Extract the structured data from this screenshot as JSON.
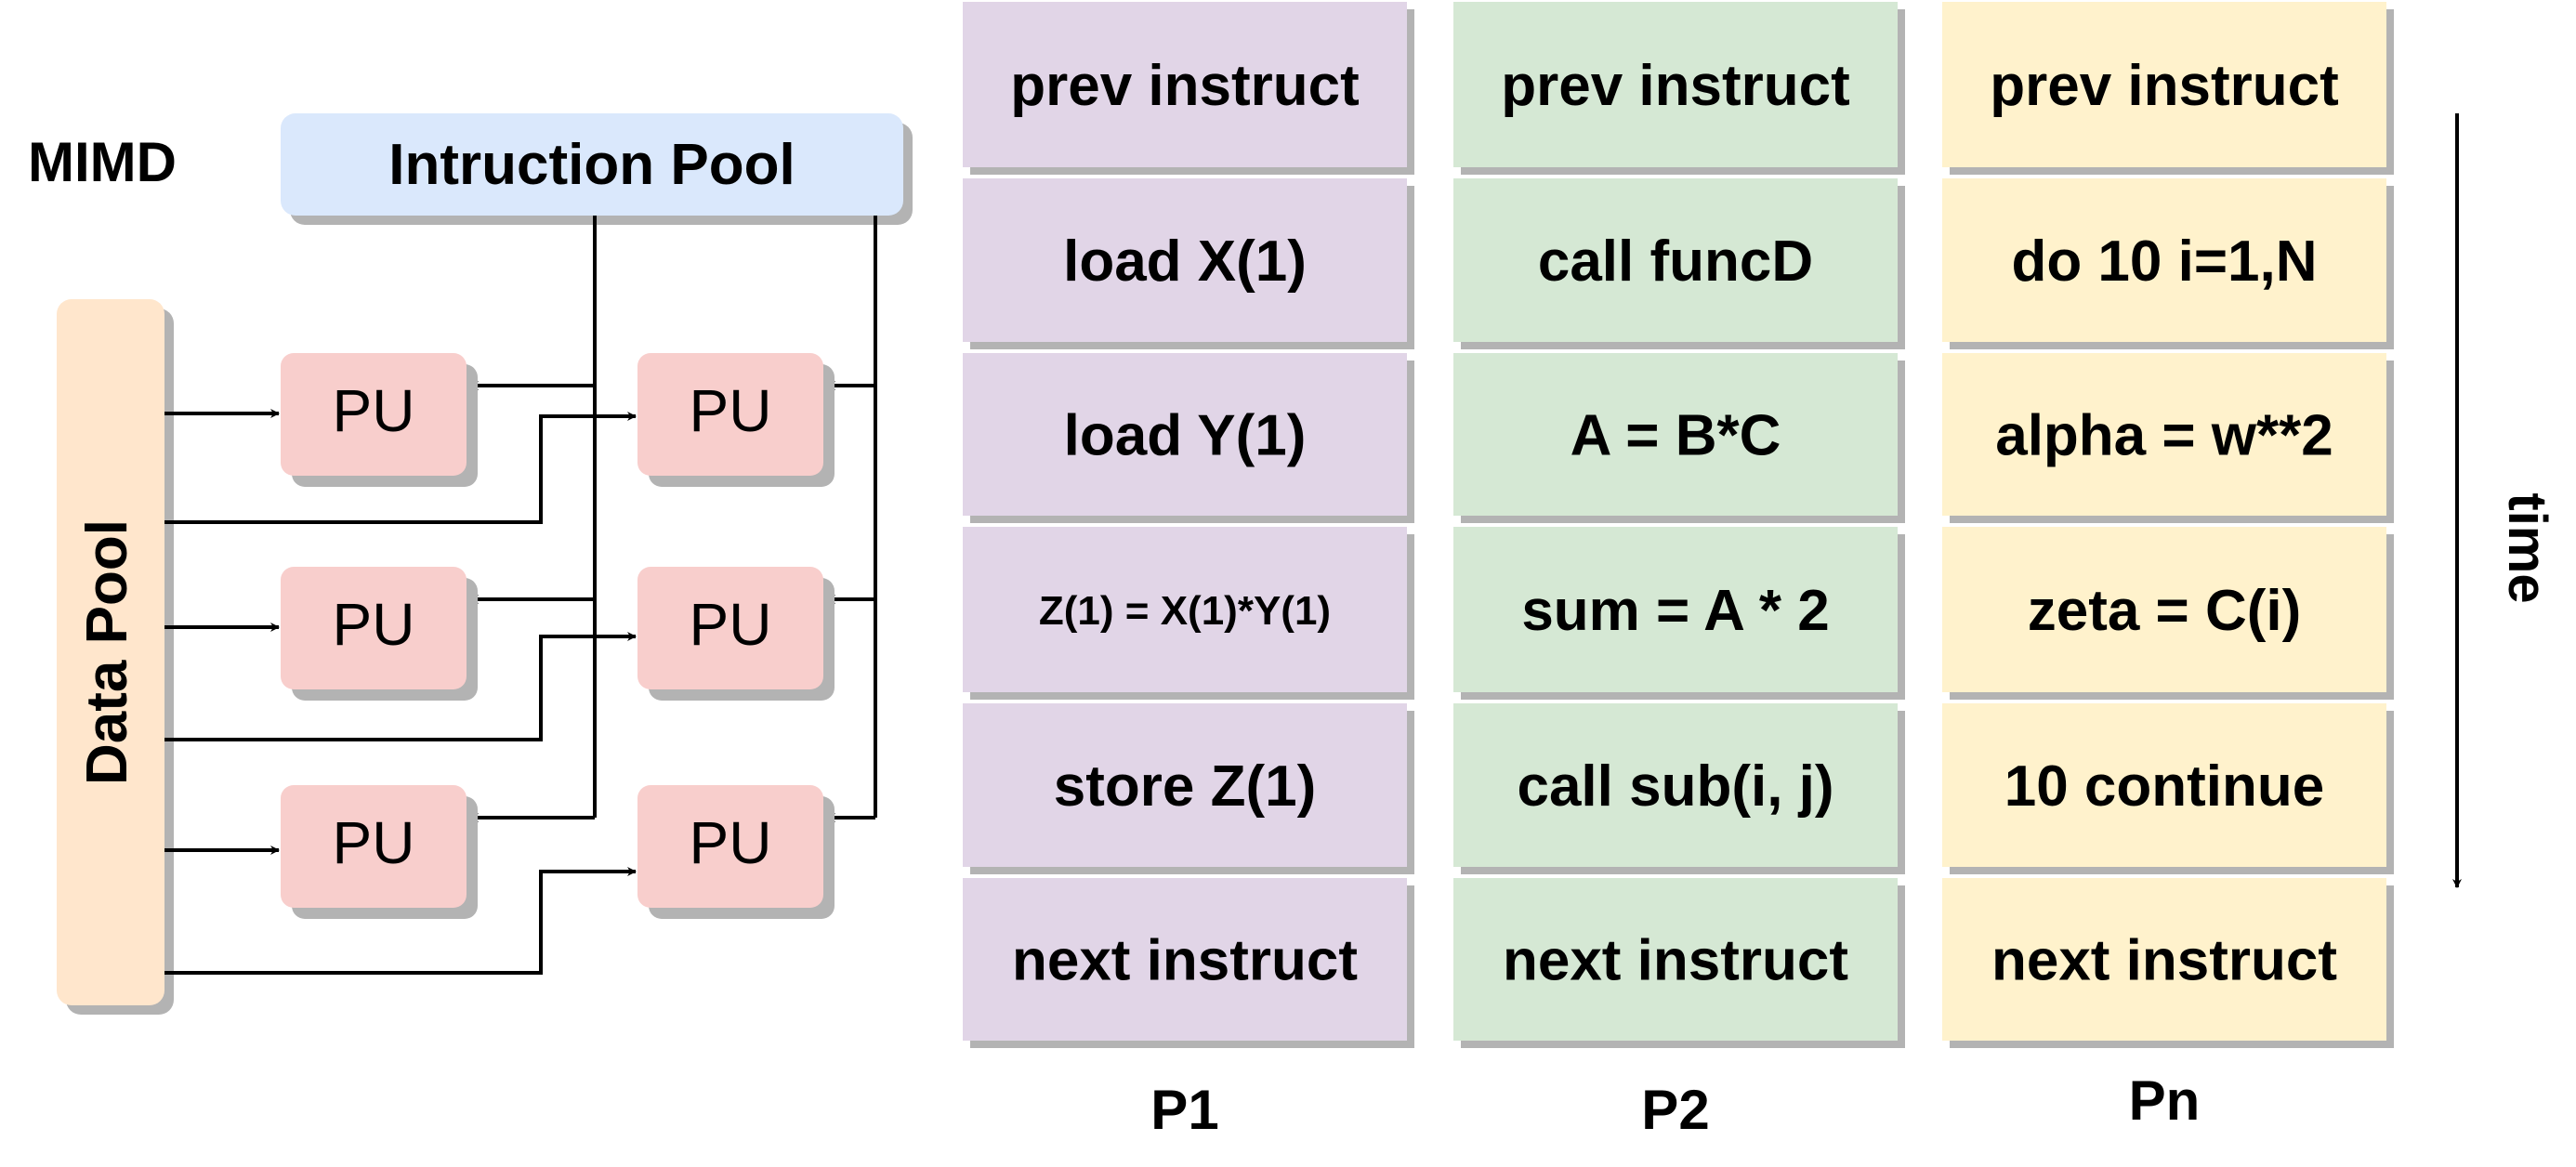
{
  "title": "MIMD",
  "instruction_pool": {
    "label": "Intruction Pool"
  },
  "data_pool": {
    "label": "Data Pool"
  },
  "pu_label": "PU",
  "time_label": "time",
  "colors": {
    "instruction_pool": "#dae8fc",
    "data_pool": "#ffe6cc",
    "pu": "#f8cecc",
    "p1": "#e1d5e7",
    "p2": "#d5e8d4",
    "pn": "#fff2cc",
    "shadow": "#b3b3b3",
    "line": "#000000"
  },
  "processors": [
    {
      "name": "P1",
      "color_key": "p1",
      "instructions": [
        "prev instruct",
        "load X(1)",
        "load Y(1)",
        "Z(1) = X(1)*Y(1)",
        "store Z(1)",
        "next instruct"
      ]
    },
    {
      "name": "P2",
      "color_key": "p2",
      "instructions": [
        "prev instruct",
        "call funcD",
        "A = B*C",
        "sum = A * 2",
        "call sub(i, j)",
        "next instruct"
      ]
    },
    {
      "name": "Pn",
      "color_key": "pn",
      "instructions": [
        "prev instruct",
        "do 10 i=1,N",
        "alpha = w**2",
        "zeta = C(i)",
        "10 continue",
        "next instruct"
      ]
    }
  ]
}
